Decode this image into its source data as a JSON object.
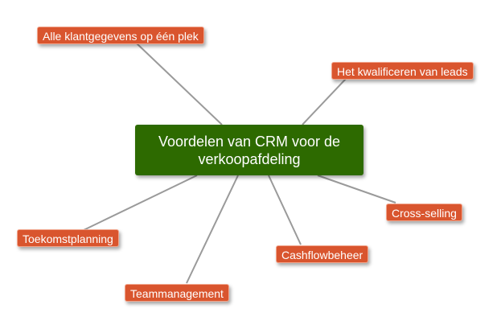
{
  "diagram": {
    "center": {
      "label": "Voordelen van CRM voor de verkoopafdeling",
      "color": "#2d6a00"
    },
    "branch_color": "#d9552e",
    "line_color": "#9a9a9a",
    "topics": [
      {
        "id": "klantgegevens",
        "label": "Alle klantgegevens op één plek"
      },
      {
        "id": "leads",
        "label": "Het kwalificeren van leads"
      },
      {
        "id": "crossselling",
        "label": "Cross-selling"
      },
      {
        "id": "cashflow",
        "label": "Cashflowbeheer"
      },
      {
        "id": "teammanagement",
        "label": "Teammanagement"
      },
      {
        "id": "toekomstplanning",
        "label": "Toekomstplanning"
      }
    ]
  }
}
